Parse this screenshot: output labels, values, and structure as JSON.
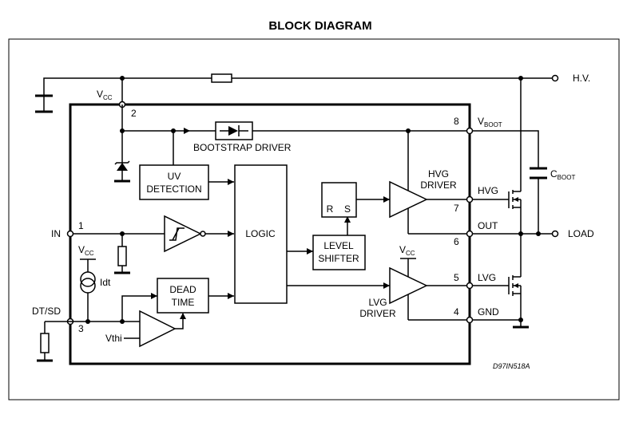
{
  "title": "BLOCK DIAGRAM",
  "code": "D97IN518A",
  "blocks": {
    "uv_detection": [
      "UV",
      "DETECTION"
    ],
    "logic": "LOGIC",
    "level_shifter": [
      "LEVEL",
      "SHIFTER"
    ],
    "dead_time": [
      "DEAD",
      "TIME"
    ],
    "latch_r": "R",
    "latch_s": "S",
    "bootstrap_driver": "BOOTSTRAP DRIVER",
    "hvg_driver": [
      "HVG",
      "DRIVER"
    ],
    "lvg_driver": [
      "LVG",
      "DRIVER"
    ]
  },
  "pins": {
    "p1": "1",
    "p2": "2",
    "p3": "3",
    "p4": "4",
    "p5": "5",
    "p6": "6",
    "p7": "7",
    "p8": "8"
  },
  "signals": {
    "vcc_main": {
      "main": "V",
      "sub": "CC"
    },
    "vcc_idt": {
      "main": "V",
      "sub": "CC"
    },
    "vcc_lvg": {
      "main": "V",
      "sub": "CC"
    },
    "vboot": {
      "main": "V",
      "sub": "BOOT"
    },
    "cboot": {
      "main": "C",
      "sub": "BOOT"
    },
    "hv": "H.V.",
    "load": "LOAD",
    "in": "IN",
    "dt_sd": "DT/SD",
    "idt": "Idt",
    "vthi": "Vthi",
    "hvg": "HVG",
    "out": "OUT",
    "lvg": "LVG",
    "gnd": "GND"
  }
}
